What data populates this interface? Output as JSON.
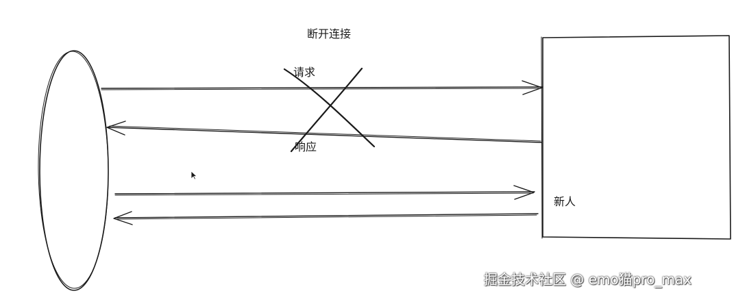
{
  "diagram": {
    "title": "断开连接",
    "request_label": "请求",
    "response_label": "响应",
    "server_label": "新人"
  },
  "watermark": {
    "text": "掘金技术社区 @ emo猫pro_max"
  },
  "colors": {
    "stroke": "#1a1a1a",
    "background": "#ffffff"
  }
}
